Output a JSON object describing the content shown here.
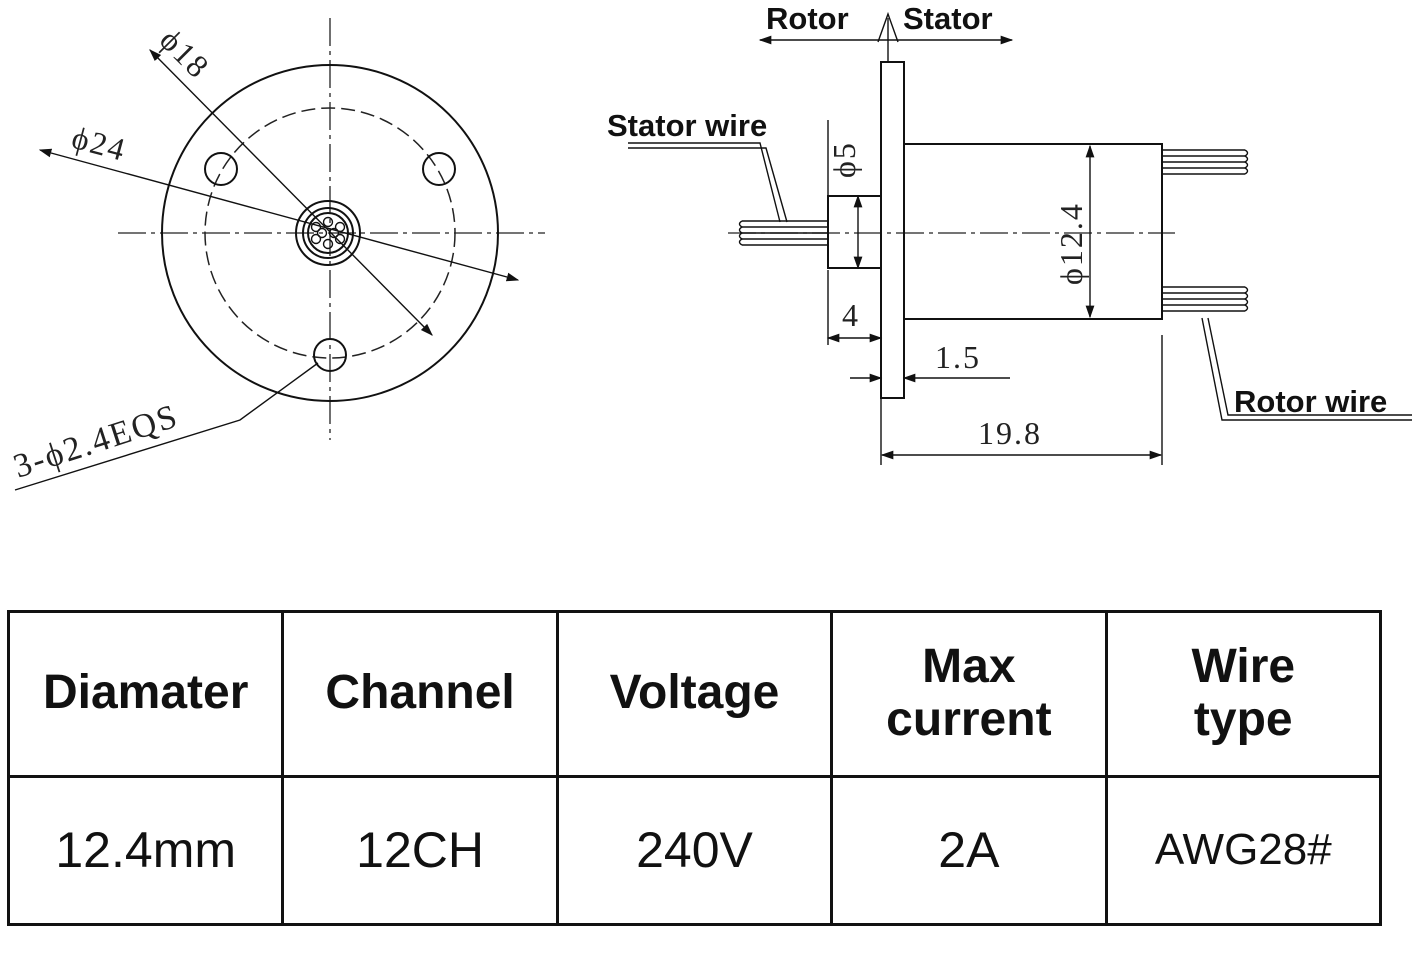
{
  "drawing": {
    "front_view": {
      "dim_outer": "ϕ24",
      "dim_pcd": "ϕ18",
      "dim_holes": "3-ϕ2.4EQS"
    },
    "side_view": {
      "label_rotor": "Rotor",
      "label_stator": "Stator",
      "label_stator_wire": "Stator wire",
      "label_rotor_wire": "Rotor wire",
      "dim_shaft": "ϕ5",
      "dim_body": "ϕ12.4",
      "dim_4": "4",
      "dim_1_5": "1.5",
      "dim_19_8": "19.8"
    }
  },
  "table": {
    "headers": [
      "Diamater",
      "Channel",
      "Voltage",
      "Max current",
      "Wire type"
    ],
    "values": [
      "12.4mm",
      "12CH",
      "240V",
      "2A",
      "AWG28#"
    ]
  }
}
